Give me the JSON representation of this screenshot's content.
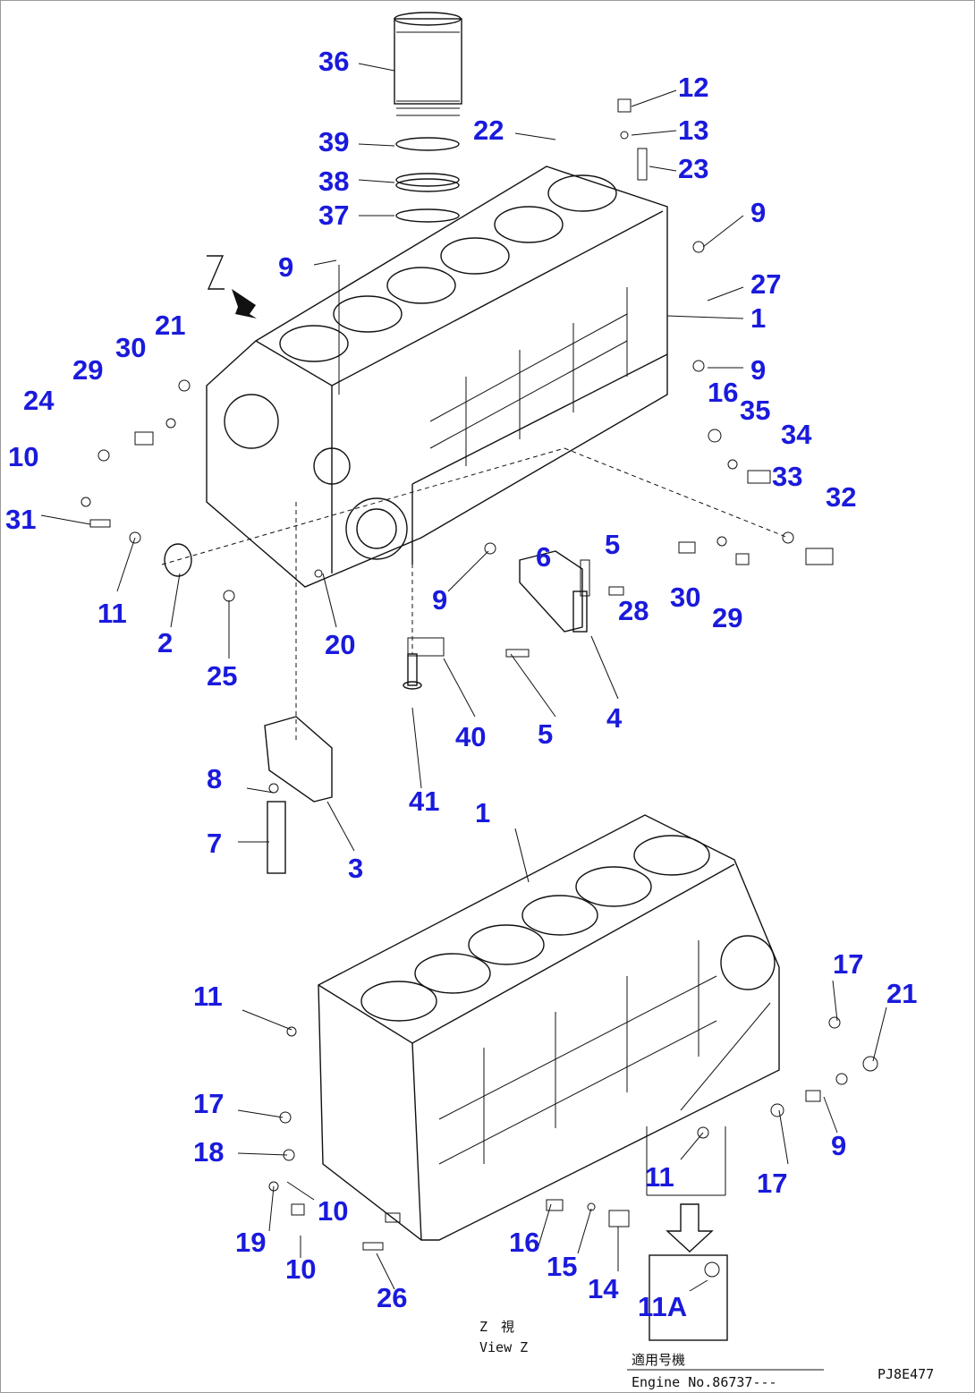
{
  "diagram": {
    "accent_color": "#1a1adc",
    "view_letter": "Z",
    "callouts": [
      "36",
      "39",
      "38",
      "37",
      "22",
      "12",
      "13",
      "23",
      "9",
      "27",
      "1",
      "9",
      "16",
      "35",
      "34",
      "33",
      "32",
      "9",
      "21",
      "30",
      "29",
      "24",
      "10",
      "31",
      "11",
      "2",
      "25",
      "20",
      "9",
      "6",
      "5",
      "28",
      "30",
      "29",
      "4",
      "5",
      "40",
      "41",
      "8",
      "7",
      "3",
      "1",
      "11",
      "17",
      "21",
      "17",
      "18",
      "10",
      "19",
      "10",
      "26",
      "16",
      "15",
      "14",
      "9",
      "11",
      "17",
      "11A"
    ],
    "view_label_jp": "Z　視",
    "view_label_en": "View Z",
    "serial_label_jp": "適用号機",
    "serial_label_en": "Engine No.86737---",
    "drawing_code": "PJ8E477"
  }
}
